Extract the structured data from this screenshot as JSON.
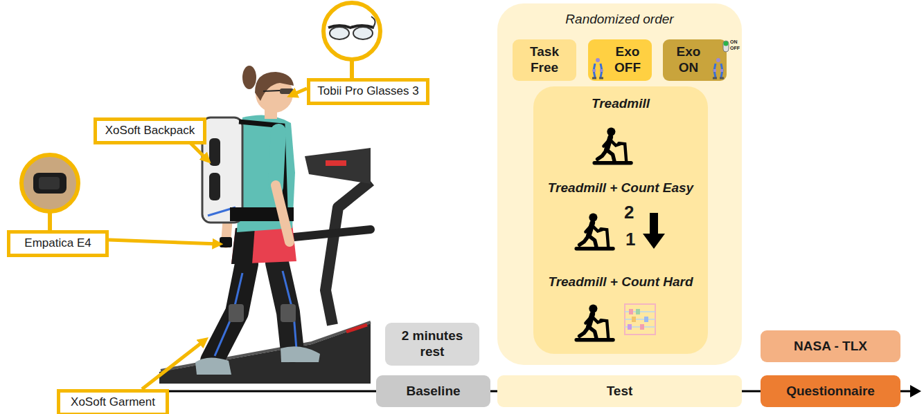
{
  "diagram": {
    "nodes": [
      {
        "text": [
          "Randomized order"
        ]
      },
      {
        "text": [
          "Task Free"
        ],
        "in": 0
      },
      {
        "text": [
          "Exo OFF"
        ],
        "in": 0
      },
      {
        "text": [
          "Exo ON"
        ],
        "in": 0
      },
      {
        "text": [
          "Treadmill",
          "Treadmill + Count Easy",
          "Treadmill + Count Hard"
        ],
        "in": 0
      },
      {
        "text": [
          "Tobii Pro Glasses 3"
        ]
      },
      {
        "text": [
          "XoSoft Backpack"
        ]
      },
      {
        "text": [
          "Empatica E4"
        ]
      },
      {
        "text": [
          "XoSoft Garment"
        ]
      },
      {
        "text": [
          "2 minutes rest"
        ]
      },
      {
        "text": [
          "Baseline"
        ]
      },
      {
        "text": [
          "Test"
        ]
      },
      {
        "text": [
          "NASA - TLX"
        ]
      },
      {
        "text": [
          "Questionnaire"
        ]
      }
    ],
    "edges": [
      {
        "from": 8,
        "to": 10,
        "arrow": "none"
      },
      {
        "from": 10,
        "to": 11,
        "arrow": "none"
      },
      {
        "from": 11,
        "to": 13,
        "arrow": "none"
      }
    ],
    "labels": [
      "2",
      "1",
      "ON",
      "OFF"
    ]
  }
}
